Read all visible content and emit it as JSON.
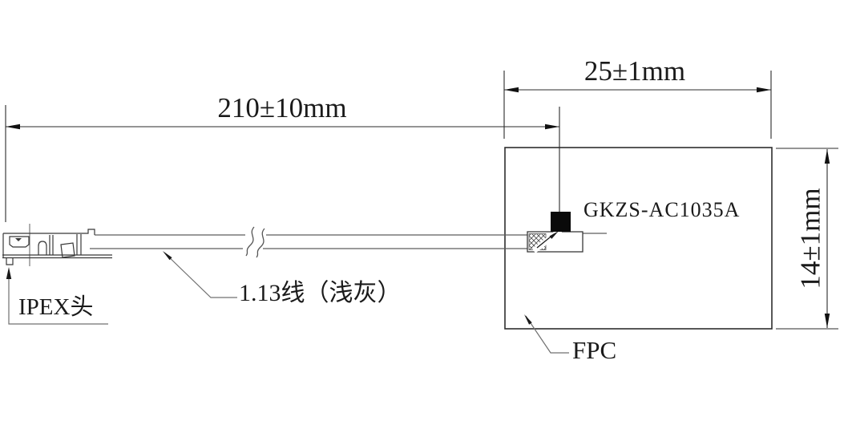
{
  "drawing": {
    "dimensions": {
      "cable_length": "210±10mm",
      "fpc_width": "25±1mm",
      "fpc_height": "14±1mm"
    },
    "labels": {
      "part_number": "GKZS-AC1035A",
      "ipex_connector": "IPEX头",
      "cable_spec": "1.13线（浅灰）",
      "fpc": "FPC"
    },
    "colors": {
      "line": "#383838",
      "dimension_line": "#2b2b2b",
      "leader_line": "#707070",
      "cable_line": "#5e5e5e",
      "connector_pad_fill": "#0a0a0a",
      "text": "#1a1a1a",
      "background": "#ffffff"
    }
  }
}
